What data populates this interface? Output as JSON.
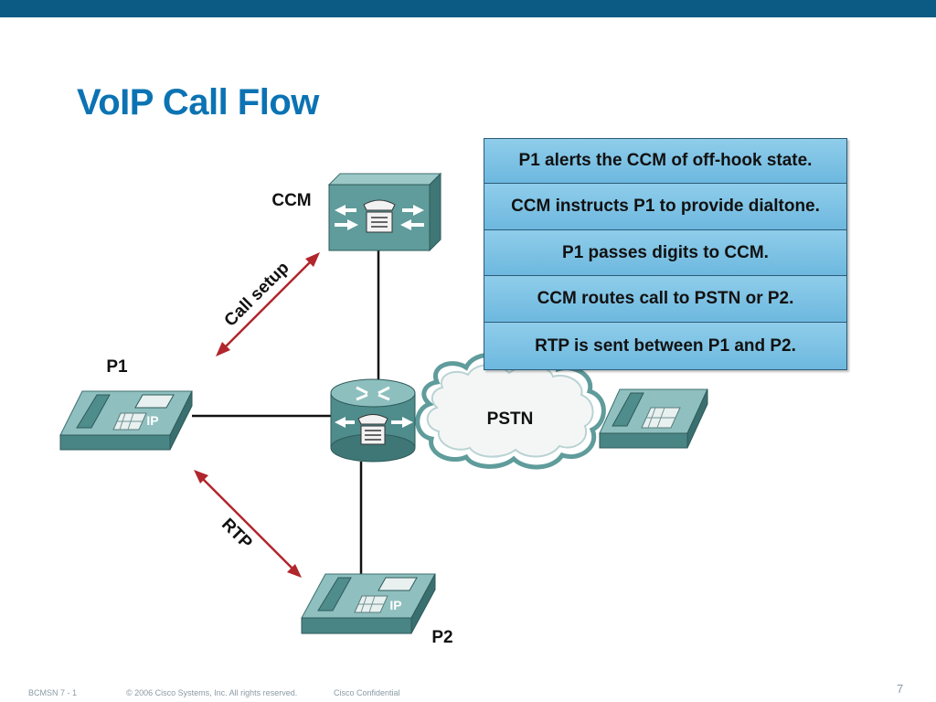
{
  "title": "VoIP Call Flow",
  "labels": {
    "ccm": "CCM",
    "p1": "P1",
    "p2": "P2",
    "pstn": "PSTN",
    "call_setup": "Call setup",
    "rtp": "RTP",
    "ip_badge": "IP"
  },
  "steps": [
    "P1 alerts the CCM of off-hook state.",
    "CCM instructs P1 to provide dialtone.",
    "P1 passes digits to CCM.",
    "CCM routes call to PSTN or P2.",
    "RTP is sent between P1 and P2."
  ],
  "footer": {
    "course": "BCMSN 7 - 1",
    "copyright": "© 2006 Cisco Systems, Inc. All rights reserved.",
    "confidential": "Cisco Confidential",
    "page": "7"
  },
  "colors": {
    "header_bar": "#0b5b84",
    "title": "#0b73b3",
    "step_box": "#7fc4e6",
    "device": "#5c9a9a",
    "arrow": "#b0262c"
  }
}
